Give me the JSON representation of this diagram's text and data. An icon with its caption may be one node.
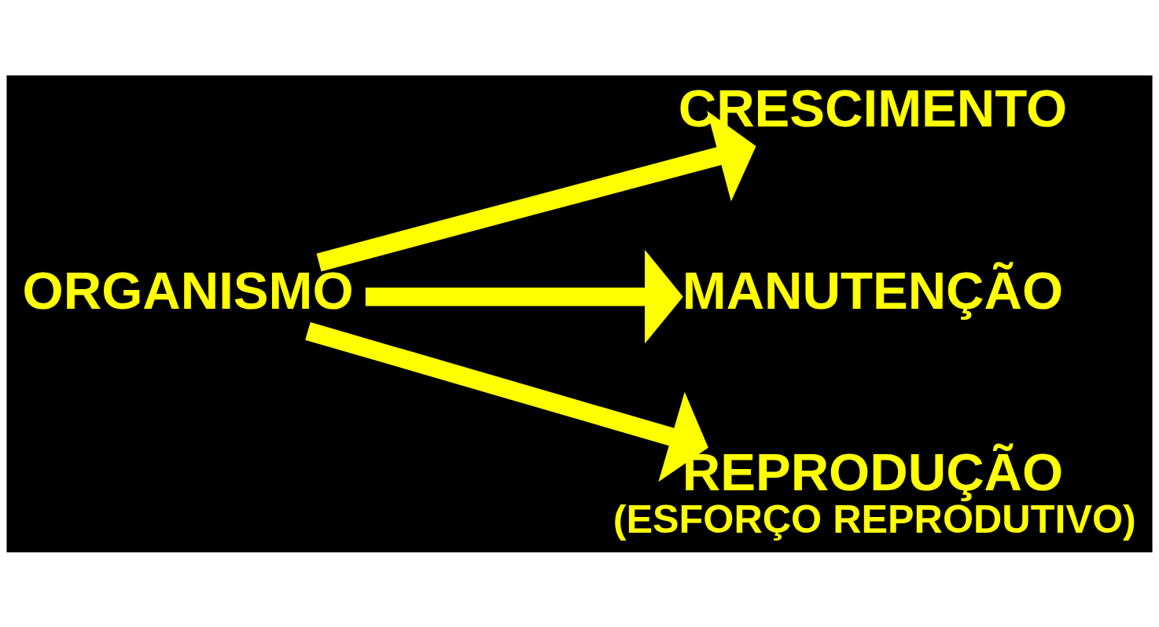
{
  "diagram": {
    "nodes": [
      {
        "text": [
          "ORGANISMO"
        ]
      },
      {
        "text": [
          "CRESCIMENTO"
        ]
      },
      {
        "text": [
          "MANUTENÇÃO"
        ]
      },
      {
        "text": [
          "REPRODUÇÃO",
          "(ESFORÇO REPRODUTIVO)"
        ]
      }
    ],
    "edges": [
      {
        "from": 0,
        "to": 1,
        "arrow": "to"
      },
      {
        "from": 0,
        "to": 2,
        "arrow": "to"
      },
      {
        "from": 0,
        "to": 3,
        "arrow": "to"
      }
    ]
  }
}
